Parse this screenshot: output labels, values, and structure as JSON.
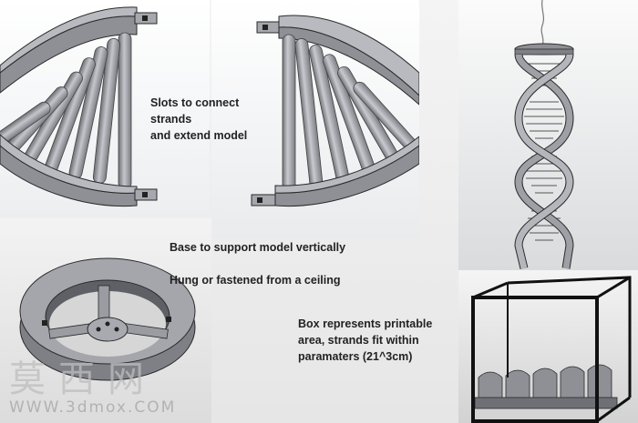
{
  "captions": {
    "slots_line1": "Slots to connect strands",
    "slots_line2": "and extend model",
    "base": "Base to support model vertically",
    "hung": "Hung or fastened from a ceiling",
    "box_line1": "Box represents printable",
    "box_line2": "area, strands fit within",
    "box_line3": "paramaters (21^3cm)"
  },
  "watermark": {
    "chinese": "莫西网",
    "url": "WWW.3dmox.COM"
  },
  "colors": {
    "model_fill": "#9ea0a6",
    "model_dark": "#6e7076",
    "model_light": "#c4c6cc",
    "outline": "#2a2a2a",
    "text": "#222222"
  },
  "icons": {
    "strand_segment_front": "curved-ladder-segment",
    "strand_segment_back": "curved-ladder-segment-rear",
    "helix": "dna-double-helix",
    "base": "ring-base-with-spokes",
    "box": "printable-volume-cube"
  }
}
